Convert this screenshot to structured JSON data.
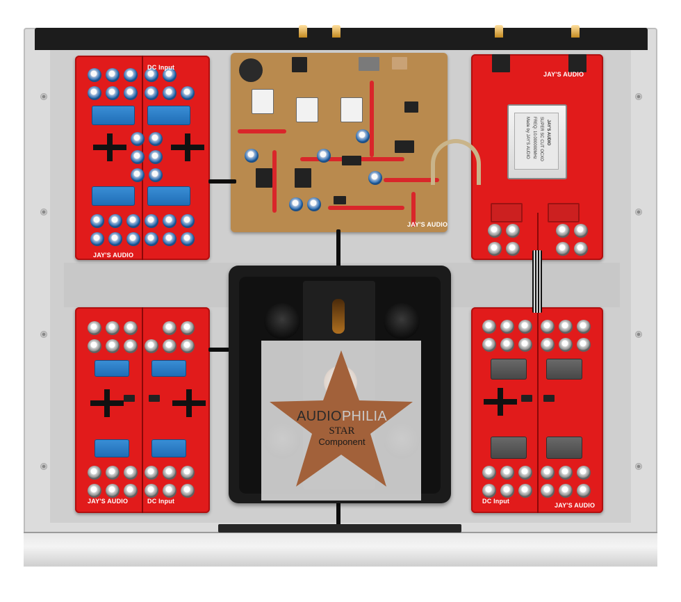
{
  "brand_labels": {
    "top_left_board": "JAY'S AUDIO",
    "top_left_dc": "DC Input",
    "bottom_left_board": "JAY'S AUDIO",
    "bottom_left_dc": "DC Input",
    "main_pcb": "JAY'S AUDIO",
    "top_right_board": "JAY'S AUDIO",
    "bottom_right_board": "JAY'S AUDIO",
    "bottom_right_dc": "DC Input"
  },
  "oscillator": {
    "brand": "JAY'S AUDIO",
    "line1": "SUPER SC CUT OCXO",
    "line2": "FREQ: 10.000000MHz",
    "line3": "Made by JAY'S AUDIO"
  },
  "watermark": {
    "word_dark": "AUDIO",
    "word_light": "PHILIA",
    "line2": "STAR",
    "line3": "Component",
    "colors": {
      "star": "#a2613a",
      "dark": "#2a2a2a",
      "light": "#c9c9c9"
    }
  },
  "colors": {
    "psu_board": "#e11b1b",
    "main_pcb": "#b98a4e",
    "chassis": "#dcdcdc",
    "cap_blue": "#2f6fb2"
  }
}
